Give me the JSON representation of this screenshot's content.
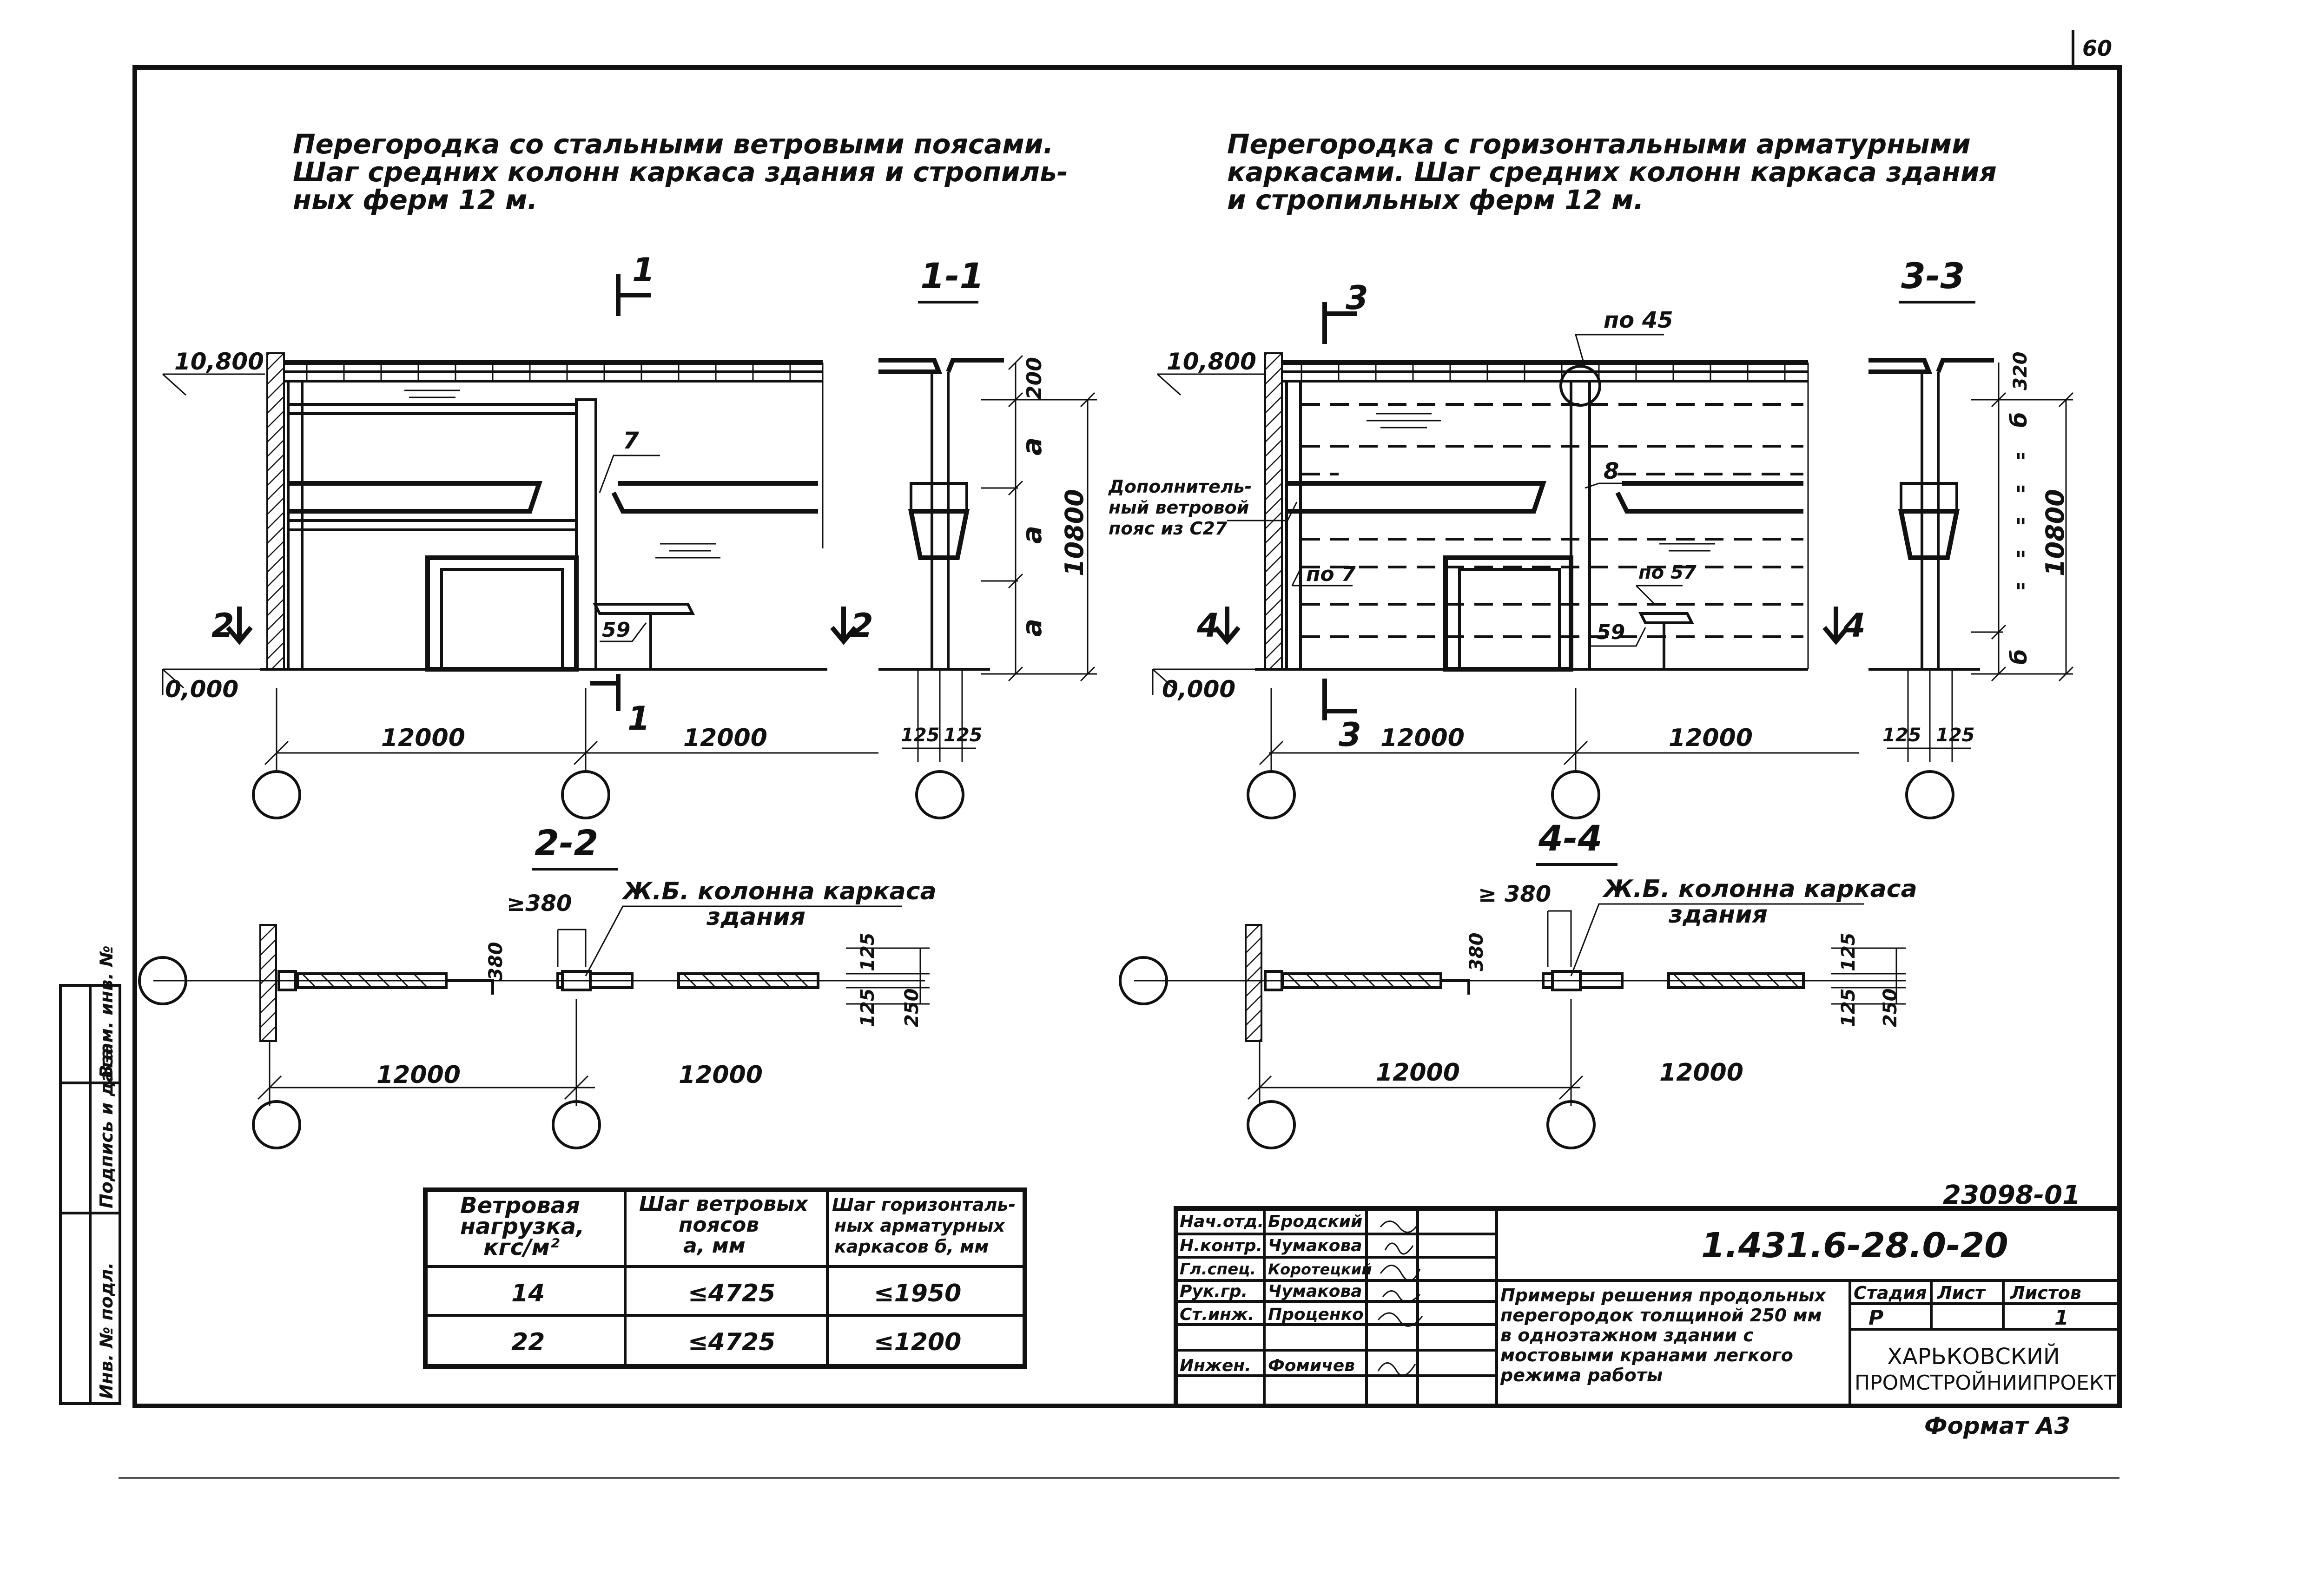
{
  "page_number": "60",
  "left_title": [
    "Перегородка со стальными ветровыми поясами.",
    "Шаг средних колонн каркаса здания и стропиль-",
    "ных ферм 12 м."
  ],
  "right_title": [
    "Перегородка с горизонтальными арматурными",
    "каркасами. Шаг средних колонн каркаса здания",
    "и стропильных ферм 12 м."
  ],
  "left_elevation": {
    "mark_top": "10,800",
    "mark_bottom": "0,000",
    "cut_marks": [
      "1",
      "1",
      "2",
      "2"
    ],
    "leader_7": "7",
    "leader_59": "59",
    "spans": [
      "12000",
      "12000"
    ]
  },
  "section_1_1": {
    "title": "1-1",
    "dims_v": [
      "200",
      "a",
      "a",
      "a"
    ],
    "total": "10800",
    "dims_h": [
      "125",
      "125"
    ]
  },
  "right_elevation": {
    "mark_top": "10,800",
    "mark_bottom": "0,000",
    "cut_marks": [
      "3",
      "3",
      "4",
      "4"
    ],
    "leader_po45": "по 45",
    "leader_8": "8",
    "leader_po7": "по 7",
    "leader_po57": "по 57",
    "leader_59": "59",
    "note": [
      "Дополнитель-",
      "ный ветровой",
      "пояс из С27"
    ],
    "spans": [
      "12000",
      "12000"
    ]
  },
  "section_3_3": {
    "title": "3-3",
    "dims_v": [
      "320",
      "б",
      "\"",
      "\"",
      "\"",
      "\"",
      "\"",
      "б"
    ],
    "total": "10800",
    "dims_h": [
      "125",
      "125"
    ]
  },
  "plan_2_2": {
    "title": "2-2",
    "min": "≥380",
    "dim_380": "380",
    "label": [
      "Ж.Б. колонна каркаса",
      "здания"
    ],
    "dims_v": [
      "125",
      "125",
      "250"
    ],
    "spans": [
      "12000",
      "12000"
    ]
  },
  "plan_4_4": {
    "title": "4-4",
    "min": "≥ 380",
    "dim_380": "380",
    "label": [
      "Ж.Б. колонна каркаса",
      "здания"
    ],
    "dims_v": [
      "125",
      "125",
      "250"
    ],
    "spans": [
      "12000",
      "12000"
    ]
  },
  "table": {
    "headers": [
      [
        "Ветровая",
        "нагрузка,",
        "кгс/м²"
      ],
      [
        "Шаг ветровых",
        "поясов",
        "а, мм"
      ],
      [
        "Шаг горизонталь-",
        "ных арматурных",
        "каркасов б, мм"
      ]
    ],
    "rows": [
      [
        "14",
        "≤4725",
        "≤1950"
      ],
      [
        "22",
        "≤4725",
        "≤1200"
      ]
    ]
  },
  "side_stamp": [
    "Инв. № подл.",
    "Подпись и дата",
    "Взам. инв. №"
  ],
  "doc_code": "23098-01",
  "stamp": {
    "designation": "1.431.6-28.0-20",
    "roles": [
      {
        "role": "Нач.отд.",
        "name": "Бродский"
      },
      {
        "role": "Н.контр.",
        "name": "Чумакова"
      },
      {
        "role": "Гл.спец.",
        "name": "Коротецкий"
      },
      {
        "role": "Рук.гр.",
        "name": "Чумакова"
      },
      {
        "role": "Ст.инж.",
        "name": "Проценко"
      },
      {
        "role": "Инжен.",
        "name": "Фомичев"
      }
    ],
    "description": [
      "Примеры решения продольных",
      "перегородок толщиной 250 мм",
      "в одноэтажном здании с",
      "мостовыми кранами легкого",
      "режима работы"
    ],
    "stage_label": "Стадия",
    "sheet_label": "Лист",
    "sheets_label": "Листов",
    "stage": "Р",
    "sheet": "",
    "sheets": "1",
    "org": [
      "ХАРЬКОВСКИЙ",
      "ПРОМСТРОЙНИИПРОЕКТ"
    ]
  },
  "format": "Формат А3"
}
